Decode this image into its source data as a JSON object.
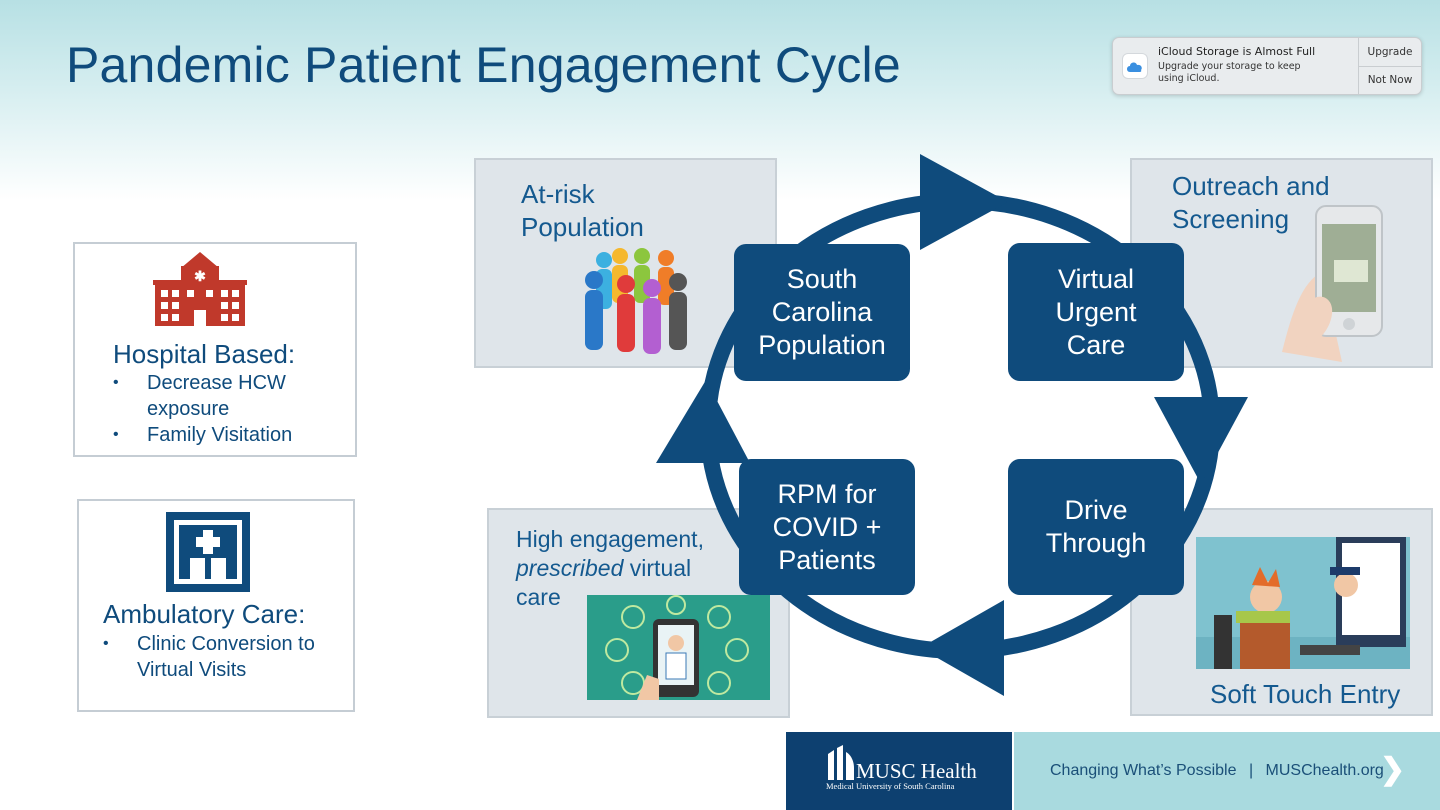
{
  "title": "Pandemic Patient Engagement Cycle",
  "notification": {
    "title": "iCloud Storage is Almost Full",
    "body_line1": "Upgrade your storage to keep",
    "body_line2": "using iCloud.",
    "upgrade_label": "Upgrade",
    "not_now_label": "Not Now",
    "icon": "icloud-icon"
  },
  "left": {
    "hospital": {
      "heading": "Hospital Based:",
      "bullets": [
        "Decrease HCW",
        "exposure",
        "Family Visitation"
      ],
      "icon": "hospital-icon"
    },
    "ambulatory": {
      "heading": "Ambulatory Care:",
      "bullets": [
        "Clinic Conversion to",
        "Virtual Visits"
      ],
      "icon": "clinic-icon"
    }
  },
  "boxes": {
    "at_risk": {
      "line1": "At-risk",
      "line2": "Population"
    },
    "outreach": {
      "line1": "Outreach and",
      "line2": "Screening"
    },
    "high_engagement": {
      "line1": "High engagement,",
      "line2_italic": "prescribed",
      "line2_rest": " virtual",
      "line3": "care"
    },
    "soft_touch": {
      "label": "Soft Touch Entry"
    }
  },
  "cycle": {
    "south_carolina": [
      "South",
      "Carolina",
      "Population"
    ],
    "virtual_urgent": [
      "Virtual",
      "Urgent",
      "Care"
    ],
    "drive_through": [
      "Drive",
      "Through"
    ],
    "rpm": [
      "RPM for",
      "COVID +",
      "Patients"
    ]
  },
  "footer": {
    "brand": "MUSC Health",
    "brand_sub": "Medical University of South Carolina",
    "tagline": "Changing What’s Possible",
    "separator": "|",
    "url": "MUSChealth.org",
    "arrow": "❯"
  },
  "colors": {
    "title": "#0f4b7c",
    "dark_box": "#0f4b7c",
    "hospital_red": "#c0392b",
    "footer_dark": "#0d4070",
    "footer_light": "#a9dadf"
  }
}
